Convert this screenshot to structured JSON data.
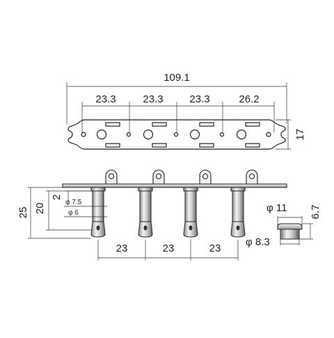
{
  "top_view": {
    "overall_length": "109.1",
    "spacing_1": "23.3",
    "spacing_2": "23.3",
    "spacing_3": "23.3",
    "spacing_4": "26.2",
    "plate_height": "17"
  },
  "side_view": {
    "total_height": "25",
    "post_height": "20",
    "collar_height": "2",
    "collar_diameter": "φ 7.5",
    "shaft_diameter": "φ 6",
    "post_spacing_1": "23",
    "post_spacing_2": "23",
    "post_spacing_3": "23"
  },
  "bushing": {
    "outer_diameter": "φ 11",
    "height": "6.7",
    "inner_diameter": "φ 8.3"
  },
  "colors": {
    "line": "#222222",
    "metal_light": "#e6e6e6",
    "metal_dark": "#6e6e6e"
  }
}
